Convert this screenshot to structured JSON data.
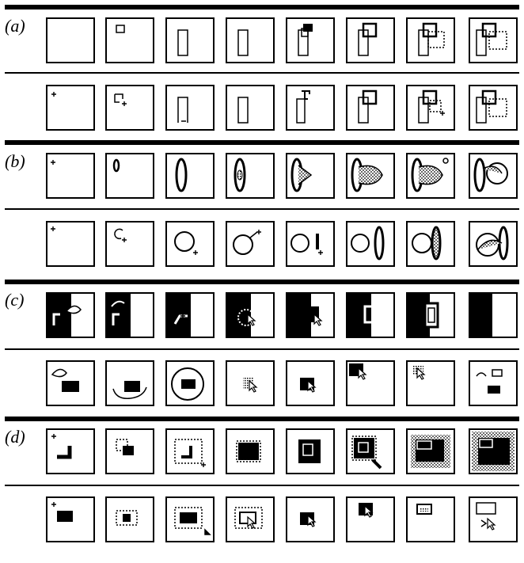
{
  "figure": {
    "sections": [
      {
        "id": "a",
        "label": "(a)"
      },
      {
        "id": "b",
        "label": "(b)"
      },
      {
        "id": "c",
        "label": "(c)"
      },
      {
        "id": "d",
        "label": "(d)"
      }
    ],
    "frames_per_row": 8,
    "rows_per_section": 2,
    "ink_color": "#000000",
    "background_color": "#ffffff"
  }
}
